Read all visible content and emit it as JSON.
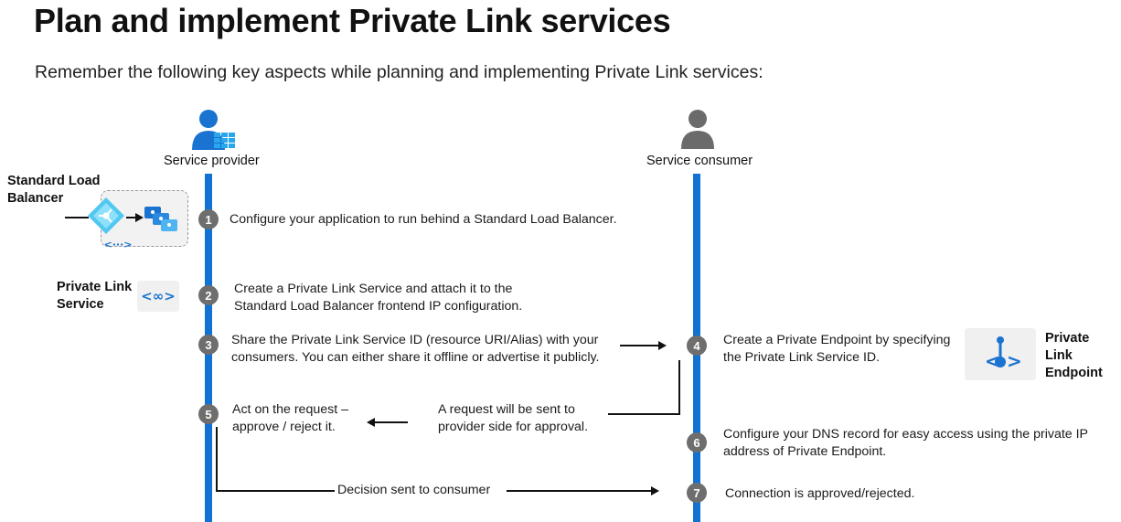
{
  "header": {
    "title": "Plan and implement Private Link services",
    "subtitle": "Remember the following key aspects while planning and implementing Private Link services:"
  },
  "actors": {
    "provider": {
      "label": "Service provider",
      "icon": "provider-user-icon"
    },
    "consumer": {
      "label": "Service consumer",
      "icon": "consumer-user-icon"
    }
  },
  "side_labels": {
    "slb": "Standard Load Balancer",
    "pls": "Private Link Service",
    "pe": "Private Link Endpoint"
  },
  "steps": [
    {
      "num": "1",
      "text": "Configure your application to run behind a Standard Load Balancer."
    },
    {
      "num": "2",
      "text": "Create a Private Link Service and attach it to the Standard Load Balancer frontend IP configuration."
    },
    {
      "num": "3",
      "text": "Share the Private Link Service ID (resource URI/Alias) with your consumers. You can either share it offline or advertise it publicly."
    },
    {
      "num": "4",
      "text": "Create a Private Endpoint by specifying the Private Link Service ID."
    },
    {
      "num": "5",
      "text": "Act on the request – approve / reject it."
    },
    {
      "num": "6",
      "text": "Configure your DNS record for easy access using the private IP address of Private Endpoint."
    },
    {
      "num": "7",
      "text": "Connection is approved/rejected."
    }
  ],
  "flows": {
    "request": "A request will be sent to provider side for approval.",
    "decision": "Decision sent to consumer"
  },
  "colors": {
    "lifeline": "#1172d4",
    "badge": "#6e6e6e",
    "azure_light": "#50c8f0"
  }
}
